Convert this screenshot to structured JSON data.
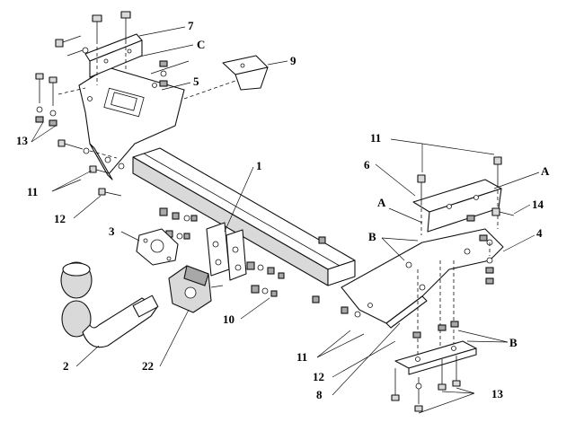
{
  "labels": {
    "l1": "1",
    "l2": "2",
    "l3": "3",
    "l4": "4",
    "l5": "5",
    "l6": "6",
    "l7": "7",
    "l8": "8",
    "l9": "9",
    "l10": "10",
    "l11a": "11",
    "l11b": "11",
    "l11c": "11",
    "l12a": "12",
    "l12b": "12",
    "l13a": "13",
    "l13b": "13",
    "l14": "14",
    "l22": "22",
    "lA1": "A",
    "lA2": "A",
    "lB1": "B",
    "lB2": "B",
    "lC": "C"
  }
}
